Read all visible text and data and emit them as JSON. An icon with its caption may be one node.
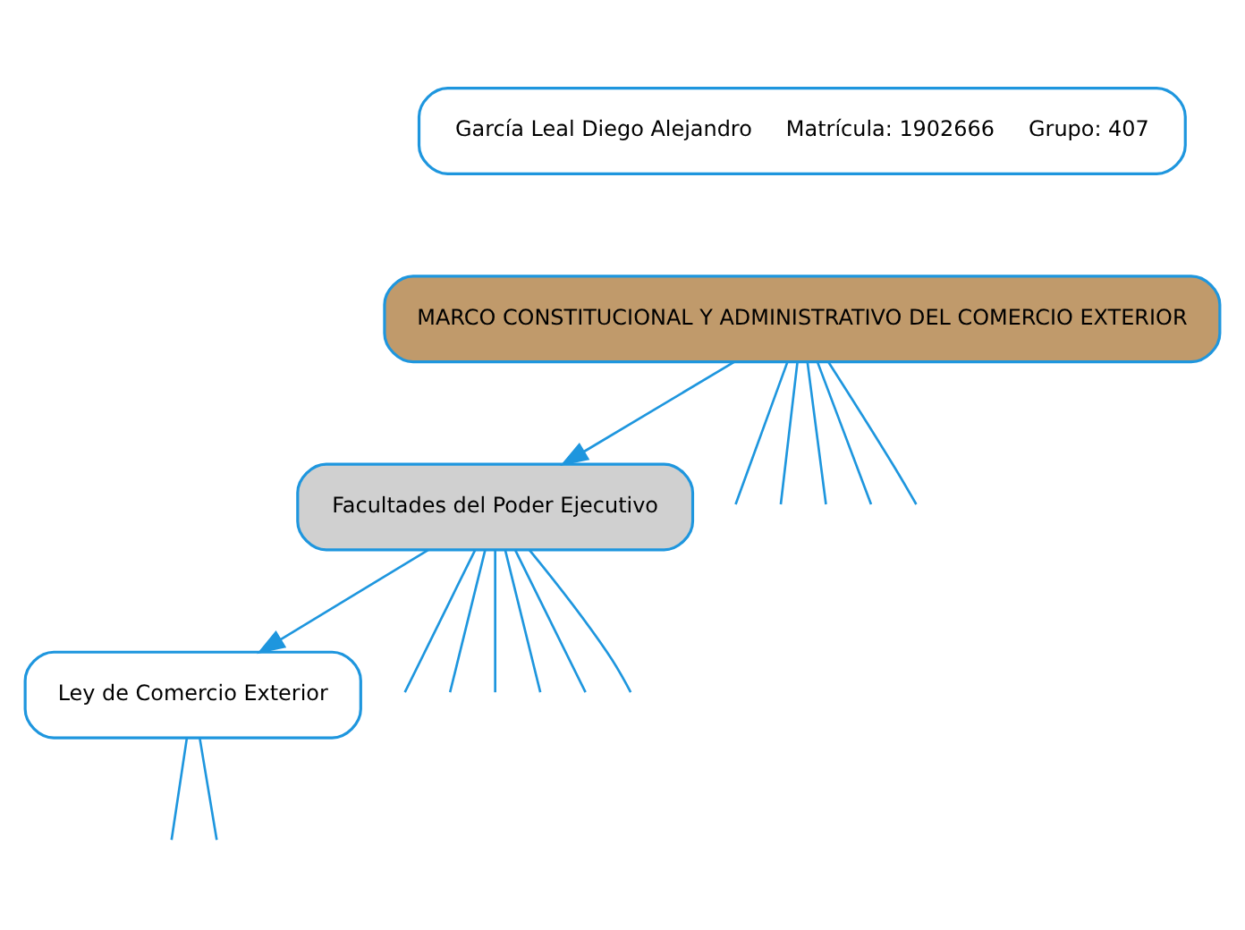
{
  "diagram": {
    "nodes": [
      {
        "text": [
          "García Leal Diego Alejandro     Matrícula: 1902666     Grupo: 407"
        ]
      },
      {
        "text": [
          "MARCO CONSTITUCIONAL Y ADMINISTRATIVO DEL COMERCIO EXTERIOR"
        ]
      },
      {
        "text": [
          "Facultades del Poder Ejecutivo"
        ]
      },
      {
        "text": [
          "Ley de Comercio Exterior"
        ]
      }
    ],
    "edges": [
      {
        "from": 1,
        "to": null,
        "arrow": "none"
      },
      {
        "from": 1,
        "to": null,
        "arrow": "none"
      },
      {
        "from": 1,
        "to": null,
        "arrow": "none"
      },
      {
        "from": 1,
        "to": null,
        "arrow": "none"
      },
      {
        "from": 1,
        "to": null,
        "arrow": "none"
      },
      {
        "from": 1,
        "to": 2,
        "arrow": "to"
      },
      {
        "from": 2,
        "to": null,
        "arrow": "none"
      },
      {
        "from": 2,
        "to": null,
        "arrow": "none"
      },
      {
        "from": 2,
        "to": null,
        "arrow": "none"
      },
      {
        "from": 2,
        "to": null,
        "arrow": "none"
      },
      {
        "from": 2,
        "to": null,
        "arrow": "none"
      },
      {
        "from": 2,
        "to": null,
        "arrow": "none"
      },
      {
        "from": 2,
        "to": 3,
        "arrow": "to"
      },
      {
        "from": 3,
        "to": null,
        "arrow": "none"
      },
      {
        "from": 3,
        "to": null,
        "arrow": "none"
      }
    ]
  }
}
